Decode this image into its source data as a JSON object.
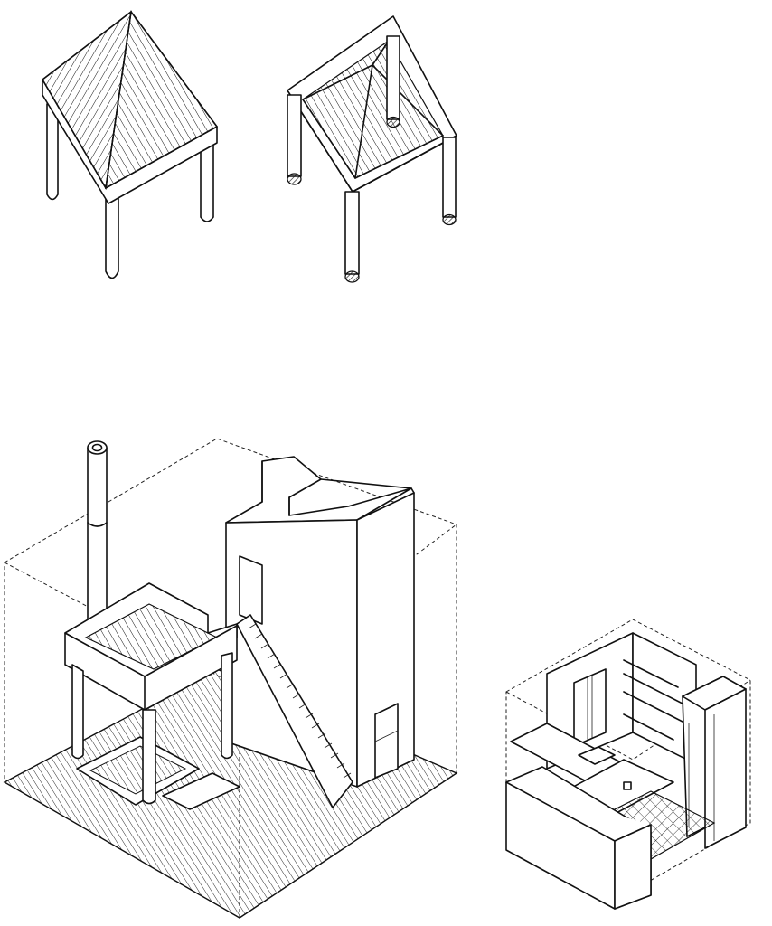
{
  "drawing": {
    "views": [
      {
        "id": "gazebo-roof-exterior",
        "kind": "isometric"
      },
      {
        "id": "gazebo-roof-underside",
        "kind": "isometric"
      },
      {
        "id": "house-axonometric",
        "kind": "isometric"
      },
      {
        "id": "kitchen-cutaway",
        "kind": "isometric"
      }
    ]
  },
  "colors": {
    "ink": "#111111",
    "paper": "#ffffff"
  }
}
